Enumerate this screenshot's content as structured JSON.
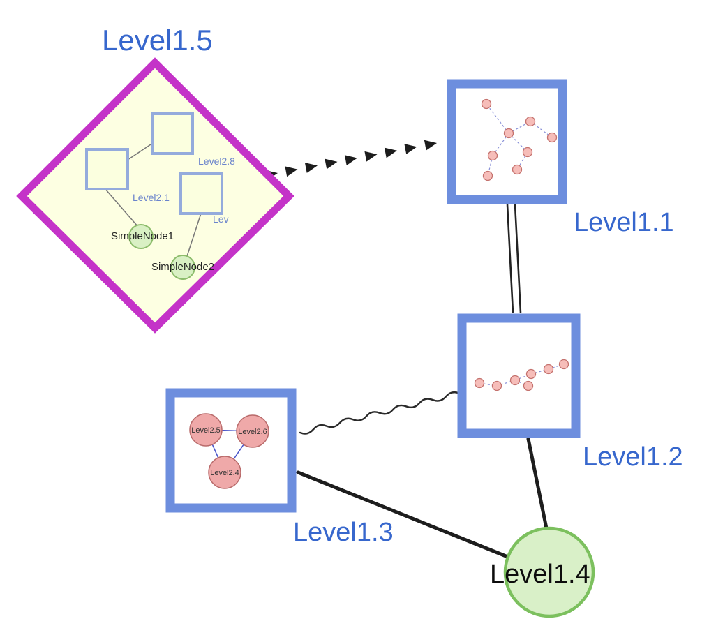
{
  "nodes": {
    "level1_1": {
      "label": "Level1.1",
      "shape": "square-group"
    },
    "level1_2": {
      "label": "Level1.2",
      "shape": "square-group"
    },
    "level1_3": {
      "label": "Level1.3",
      "shape": "square-group"
    },
    "level1_4": {
      "label": "Level1.4",
      "shape": "circle"
    },
    "level1_5": {
      "label": "Level1.5",
      "shape": "diamond-group"
    },
    "level2_1": {
      "label": "Level2.1"
    },
    "level2_8": {
      "label": "Level2.8"
    },
    "level2_clipped": {
      "label": "Lev"
    },
    "simple_node1": {
      "label": "SimpleNode1"
    },
    "simple_node2": {
      "label": "SimpleNode2"
    },
    "level2_4": {
      "label": "Level2.4"
    },
    "level2_5": {
      "label": "Level2.5"
    },
    "level2_6": {
      "label": "Level2.6"
    }
  },
  "edges": [
    {
      "from": "Level1.5",
      "to": "Level1.1",
      "style": "dashed-arrow-chain"
    },
    {
      "from": "Level1.1",
      "to": "Level1.2",
      "style": "double-parallel-line"
    },
    {
      "from": "Level1.3",
      "to": "Level1.2",
      "style": "wavy"
    },
    {
      "from": "Level1.3",
      "to": "Level1.4",
      "style": "solid-thick"
    },
    {
      "from": "Level1.2",
      "to": "Level1.4",
      "style": "solid-thick"
    },
    {
      "from": "Level2.1",
      "to": "Level2.8",
      "style": "line",
      "inside": "Level1.5"
    },
    {
      "from": "Level2.1",
      "to": "SimpleNode1",
      "style": "line",
      "inside": "Level1.5"
    },
    {
      "from": "Lev",
      "to": "SimpleNode2",
      "style": "line",
      "inside": "Level1.5"
    },
    {
      "from": "Level2.5",
      "to": "Level2.6",
      "style": "line",
      "inside": "Level1.3"
    },
    {
      "from": "Level2.5",
      "to": "Level2.4",
      "style": "line",
      "inside": "Level1.3"
    },
    {
      "from": "Level2.6",
      "to": "Level2.4",
      "style": "line",
      "inside": "Level1.3"
    }
  ],
  "palette": {
    "label_blue": "#3767cd",
    "group_border_blue": "#6d8ede",
    "diamond_magenta": "#c433c8",
    "diamond_fill": "#fdffe2",
    "inner_square_border": "#94abdc",
    "green_fill": "#d9f0c4",
    "green_border": "#7cc05e",
    "pink_fill": "#efa9a9",
    "pink_border": "#b96b6b",
    "edge_black": "#1d1d1d",
    "mini_edge_blue": "#8890d8"
  }
}
